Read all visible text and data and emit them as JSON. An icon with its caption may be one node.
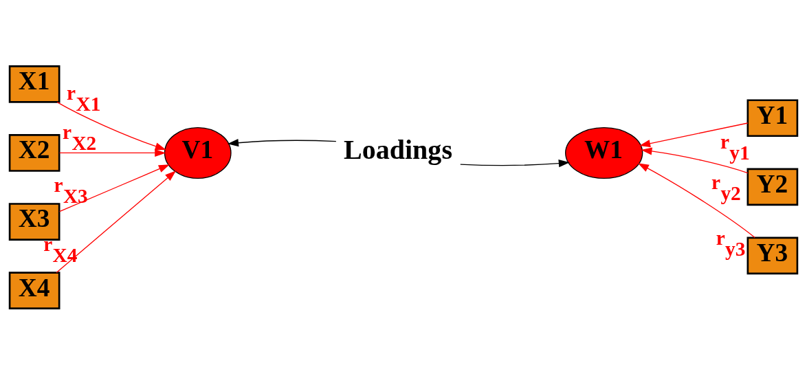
{
  "diagram": {
    "nodes": [
      {
        "text": [
          "Loadings"
        ]
      },
      {
        "text": [
          "X1"
        ]
      },
      {
        "text": [
          "X2"
        ]
      },
      {
        "text": [
          "X3"
        ]
      },
      {
        "text": [
          "X4"
        ]
      },
      {
        "text": [
          "V1"
        ]
      },
      {
        "text": [
          "W1"
        ]
      },
      {
        "text": [
          "Y1"
        ]
      },
      {
        "text": [
          "Y2"
        ]
      },
      {
        "text": [
          "Y3"
        ]
      }
    ],
    "edges": [
      {
        "from": 0,
        "to": 5,
        "arrow": "to",
        "color": "#000000"
      },
      {
        "from": 0,
        "to": 6,
        "arrow": "to",
        "color": "#000000"
      },
      {
        "from": 1,
        "to": 5,
        "arrow": "to",
        "label": "r$_{X1}$"
      },
      {
        "from": 2,
        "to": 5,
        "arrow": "to",
        "label": "r$_{X2}$"
      },
      {
        "from": 3,
        "to": 5,
        "arrow": "to",
        "label": "r$_{X3}$"
      },
      {
        "from": 4,
        "to": 5,
        "arrow": "to",
        "label": "r$_{X4}$"
      },
      {
        "from": 7,
        "to": 6,
        "arrow": "to",
        "label": "r$_{y1}$"
      },
      {
        "from": 8,
        "to": 6,
        "arrow": "to",
        "label": "r$_{y2}$"
      },
      {
        "from": 9,
        "to": 6,
        "arrow": "to",
        "label": "r$_{y3}$"
      }
    ]
  }
}
